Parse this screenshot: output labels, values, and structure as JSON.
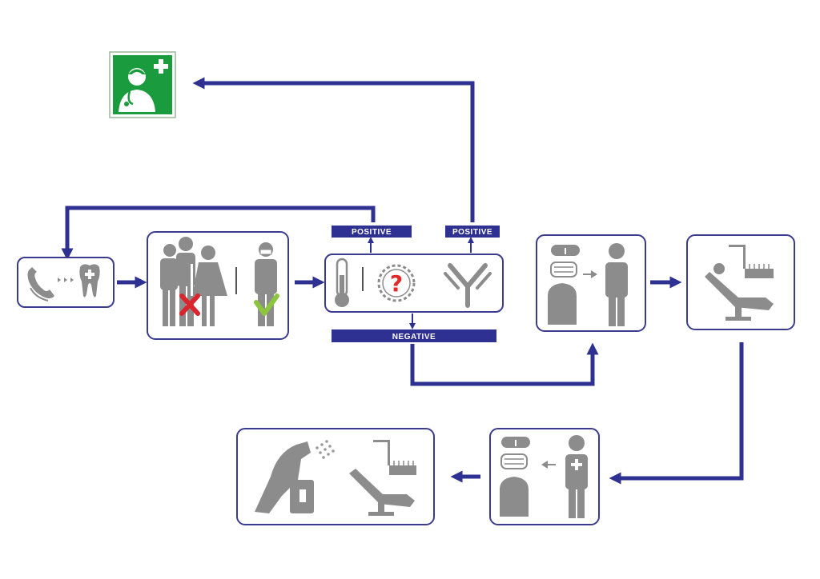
{
  "labels": {
    "positive_left": "POSITIVE",
    "positive_right": "POSITIVE",
    "negative": "NEGATIVE"
  },
  "icons": {
    "emergency": "doctor-plus-icon",
    "triage_call": "phone-to-tooth-icon",
    "screening": "crowd-vs-masked-person-icon",
    "testing": "thermometer-virus-antibody-icon",
    "ppe_patient": "goggles-mask-to-person-icon",
    "treatment": "dental-chair-icon",
    "ppe_removal": "goggles-mask-from-medic-icon",
    "disinfection": "spray-and-chair-icon"
  },
  "colors": {
    "flow": "#2e3192",
    "box_border": "#3b3b8f",
    "icon_gray": "#8c8c8c",
    "emergency_green": "#1a9b3d",
    "reject_red": "#d9262e",
    "accept_green": "#8cc63f",
    "virus_red": "#e02a2a"
  }
}
